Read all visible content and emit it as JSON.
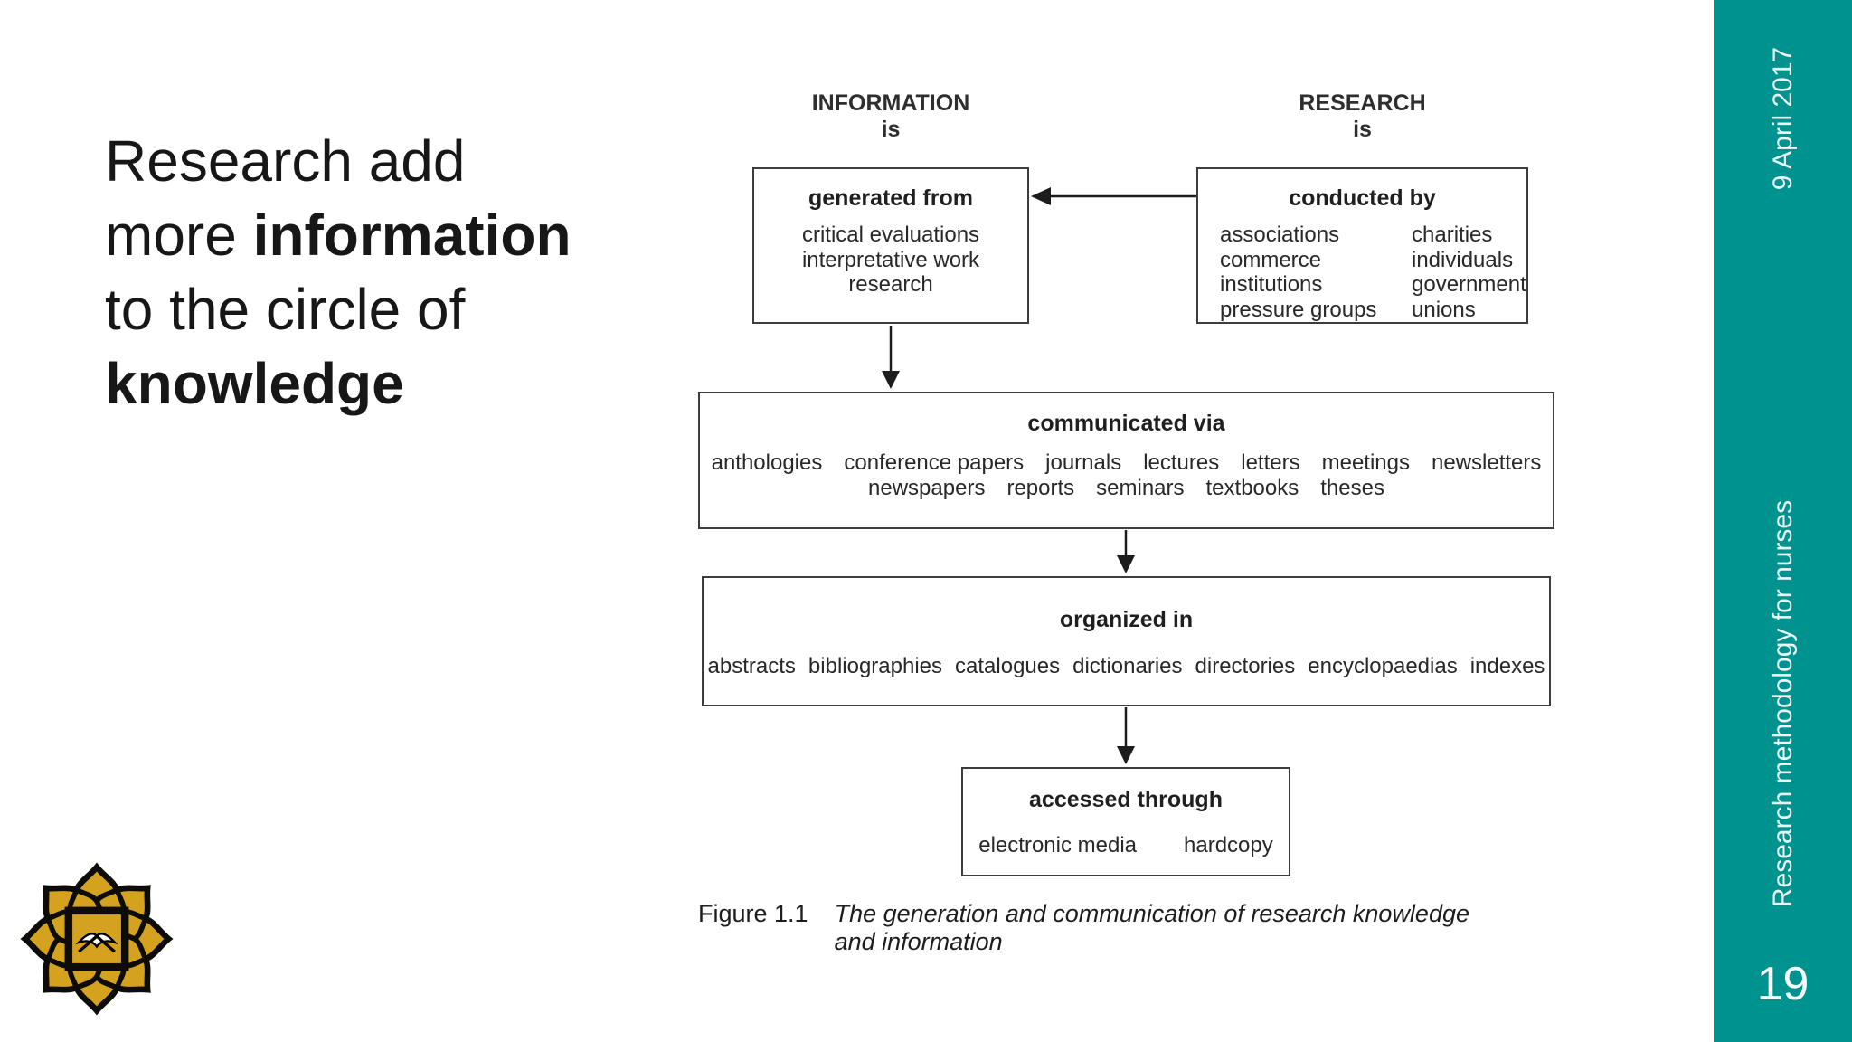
{
  "theme": {
    "teal": "#00928F",
    "sidebar_text": "#EAF6F5",
    "gold": "#D4A21E",
    "logo_outline": "#0E0C08",
    "ink": "#1A1A1A",
    "box_line": "#3D3D3D"
  },
  "headline": {
    "line1": "Research add",
    "line2_normal": "more ",
    "line2_bold": "information",
    "line3": "to the circle of",
    "line4_bold": "knowledge"
  },
  "diagram": {
    "information_heading": {
      "line1": "INFORMATION",
      "line2": "is"
    },
    "research_heading": {
      "line1": "RESEARCH",
      "line2": "is"
    },
    "generated_from": {
      "title": "generated from",
      "items": [
        "critical evaluations",
        "interpretative work",
        "research"
      ]
    },
    "conducted_by": {
      "title": "conducted by",
      "col1": [
        "associations",
        "commerce",
        "institutions",
        "pressure groups"
      ],
      "col2": [
        "charities",
        "individuals",
        "government",
        "unions"
      ]
    },
    "communicated_via": {
      "title": "communicated via",
      "row1": [
        "anthologies",
        "conference papers",
        "journals",
        "lectures",
        "letters",
        "meetings",
        "newsletters"
      ],
      "row2": [
        "newspapers",
        "reports",
        "seminars",
        "textbooks",
        "theses"
      ]
    },
    "organized_in": {
      "title": "organized in",
      "items": [
        "abstracts",
        "bibliographies",
        "catalogues",
        "dictionaries",
        "directories",
        "encyclopaedias",
        "indexes"
      ]
    },
    "accessed_through": {
      "title": "accessed through",
      "items": [
        "electronic media",
        "hardcopy"
      ]
    },
    "caption": {
      "label": "Figure 1.1",
      "line1": "The generation and communication of research knowledge",
      "line2": "and information"
    }
  },
  "sidebar": {
    "date": "9 April 2017",
    "course": "Research methodology for nurses",
    "page_number": "19"
  },
  "icons": {
    "logo": "university-flower-logo"
  }
}
